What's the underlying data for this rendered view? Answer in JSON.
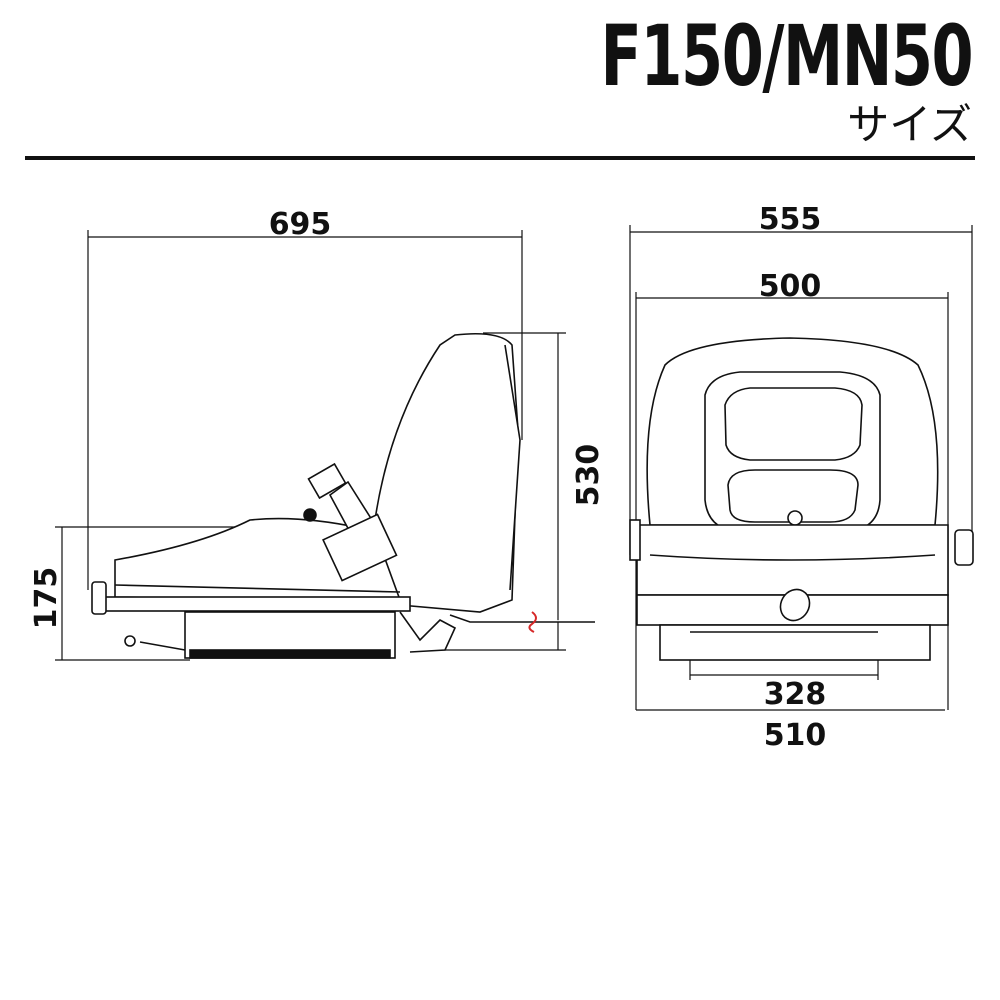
{
  "header": {
    "title": "F150/MN50",
    "subtitle": "サイズ"
  },
  "side_view": {
    "overall_length": "695",
    "height": "530",
    "seat_height": "175"
  },
  "front_view": {
    "overall_width": "555",
    "seat_width": "500",
    "rail_spacing": "328",
    "base_width": "510"
  },
  "colors": {
    "line": "#111111",
    "accent_spring": "#d62828"
  }
}
